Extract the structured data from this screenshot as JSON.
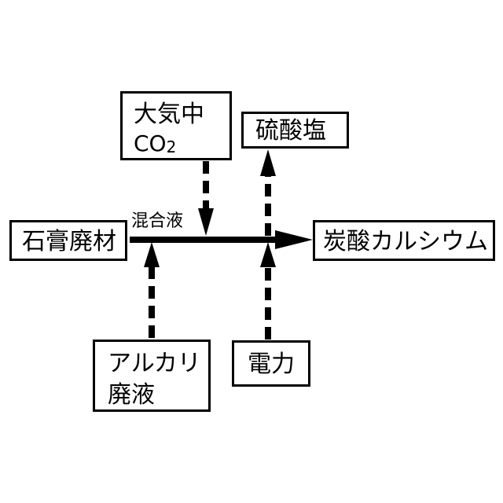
{
  "nodes": {
    "gypsum_waste": "石膏廃材",
    "atmospheric_co2": {
      "line1": "大気中",
      "line2_main": "CO",
      "line2_sub": "2"
    },
    "sulfate": "硫酸塩",
    "calcium_carbonate": "炭酸カルシウム",
    "alkali_waste": {
      "line1": "アルカリ",
      "line2": "廃液"
    },
    "electric_power": "電力"
  },
  "edge_labels": {
    "mixed_liquid": "混合液"
  }
}
